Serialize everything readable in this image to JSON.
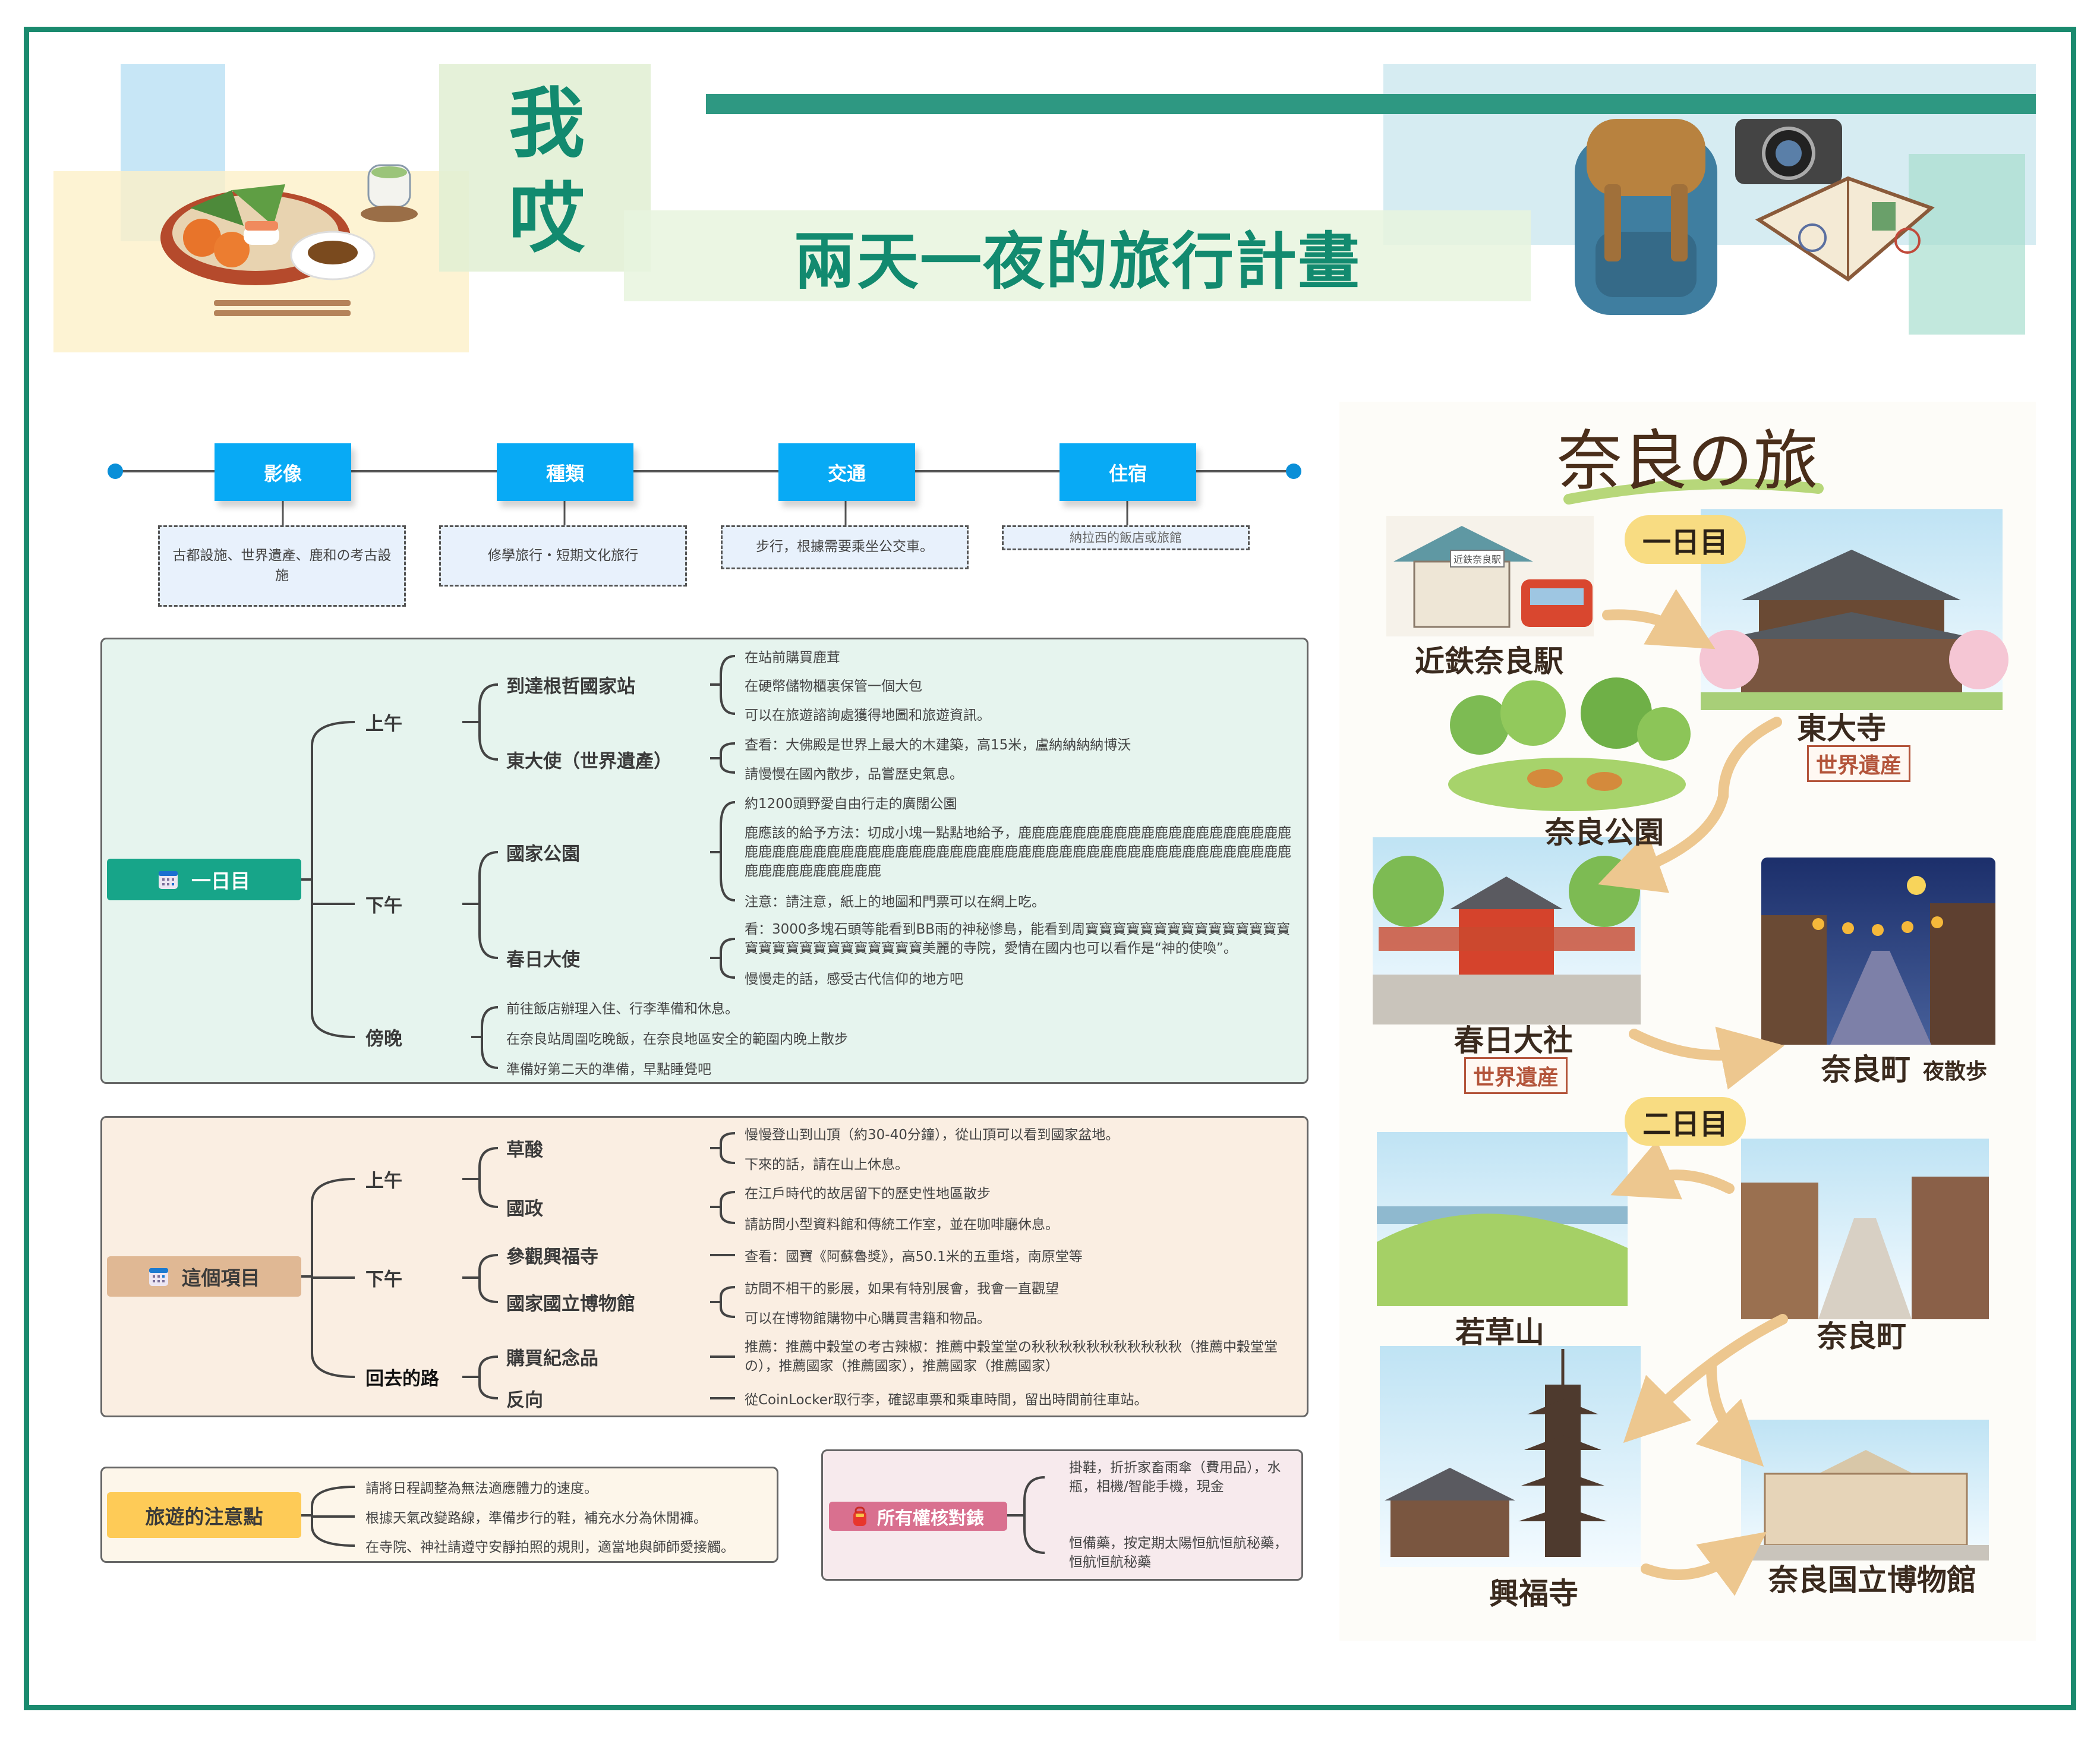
{
  "header": {
    "side_title_chars": [
      "我",
      "哎"
    ],
    "title": "兩天一夜的旅行計畫"
  },
  "colors": {
    "frame": "#1a8a6e",
    "title": "#128a6f",
    "timeline_box": "#08aaf5",
    "day1_root": "#17a589",
    "day2_root": "#e0b894",
    "notes_root": "#fecb57",
    "checklist_root": "#d9708f"
  },
  "timeline": {
    "items": [
      {
        "label": "影像",
        "desc": "古都設施、世界遺產、鹿和の考古設施"
      },
      {
        "label": "種類",
        "desc": "修學旅行・短期文化旅行"
      },
      {
        "label": "交通",
        "desc": "步行，根據需要乘坐公交車。"
      },
      {
        "label": "住宿",
        "desc": "納拉西的飯店或旅館"
      }
    ]
  },
  "day1": {
    "root": "一日目",
    "icon": "calendar-icon",
    "morning": "上午",
    "afternoon": "下午",
    "evening": "傍晚",
    "spots": [
      {
        "name": "到達根哲國家站",
        "notes": [
          "在站前購買鹿茸",
          "在硬幣儲物櫃裏保管一個大包",
          "可以在旅遊諮詢處獲得地圖和旅遊資訊。"
        ]
      },
      {
        "name": "東大使（世界遺產）",
        "notes": [
          "查看：大佛殿是世界上最大的木建築，高15米，盧納納納納博沃",
          "請慢慢在國內散步，品嘗歷史氣息。"
        ]
      },
      {
        "name": "國家公園",
        "notes": [
          "約1200頭野愛自由行走的廣闊公園",
          "鹿應該的給予方法：切成小塊一點點地給予，鹿鹿鹿鹿鹿鹿鹿鹿鹿鹿鹿鹿鹿鹿鹿鹿鹿鹿鹿鹿鹿鹿鹿鹿鹿鹿鹿鹿鹿鹿鹿鹿鹿鹿鹿鹿鹿鹿鹿鹿鹿鹿鹿鹿鹿鹿鹿鹿鹿鹿鹿鹿鹿鹿鹿鹿鹿鹿鹿鹿鹿鹿鹿鹿鹿鹿鹿鹿鹿鹿",
          "注意：請注意，紙上的地圖和門票可以在網上吃。"
        ]
      },
      {
        "name": "春日大使",
        "notes": [
          "看：3000多塊石頭等能看到BB雨的神秘慘島，能看到周寶寶寶寶寶寶寶寶寶寶寶寶寶寶寶寶寶寶寶寶寶寶寶寶寶寶寶寶美麗的寺院，愛情在國内也可以看作是“神的使喚”。",
          "慢慢走的話，感受古代信仰的地方吧"
        ]
      }
    ],
    "evening_notes": [
      "前往飯店辦理入住、行李準備和休息。",
      "在奈良站周圍吃晚飯，在奈良地區安全的範圍内晚上散步",
      "準備好第二天的準備，早點睡覺吧"
    ]
  },
  "day2": {
    "root": "這個項目",
    "icon": "calendar-icon",
    "morning": "上午",
    "afternoon": "下午",
    "return": "回去的路",
    "spots": [
      {
        "name": "草酸",
        "notes": [
          "慢慢登山到山頂（約30-40分鐘），從山頂可以看到國家盆地。",
          "下來的話，請在山上休息。"
        ]
      },
      {
        "name": "國政",
        "notes": [
          "在江戶時代的故居留下的歷史性地區散步",
          "請訪問小型資料館和傳統工作室，並在咖啡廳休息。"
        ]
      },
      {
        "name": "參觀興福寺",
        "notes": [
          "查看：國寶《阿蘇魯獎》，高50.1米的五重塔，南原堂等"
        ]
      },
      {
        "name": "國家國立博物館",
        "notes": [
          "訪問不相干的影展，如果有特別展會，我會一直觀望",
          "可以在博物館購物中心購買書籍和物品。"
        ]
      },
      {
        "name": "購買紀念品",
        "notes": [
          "推薦：推薦中穀堂の考古辣椒：推薦中穀堂堂の秋秋秋秋秋秋秋秋秋秋秋（推薦中穀堂堂の），推薦國家（推薦國家），推薦國家（推薦國家）"
        ]
      },
      {
        "name": "反向",
        "notes": [
          "從CoinLocker取行李，確認車票和乘車時間，留出時間前往車站。"
        ]
      }
    ]
  },
  "notes": {
    "root": "旅遊的注意點",
    "items": [
      "請將日程調整為無法適應體力的速度。",
      "根據天氣改變路線，準備步行的鞋，補充水分為休閒褲。",
      "在寺院、神社請遵守安靜拍照的規則，適當地與師師愛接觸。"
    ]
  },
  "checklist": {
    "root": "所有權核對錶",
    "icon": "backpack-icon",
    "items": [
      "掛鞋，折折家畜雨傘（費用品），水瓶，相機/智能手機，現金",
      "恒備藥，按定期太陽恒航恒航秘藥，恒航恒航秘藥"
    ]
  },
  "map": {
    "title": "奈良の旅",
    "day1_label": "一日目",
    "day2_label": "二日目",
    "heritage_badge": "世界遺産",
    "spots": {
      "station": "近鉄奈良駅",
      "station_sign": "近鉄奈良駅",
      "todaiji": "東大寺",
      "nara_park": "奈良公園",
      "kasuga": "春日大社",
      "naramachi_night": "奈良町",
      "night_walk": "夜散歩",
      "wakakusa": "若草山",
      "naramachi": "奈良町",
      "kofukuji": "興福寺",
      "museum": "奈良国立博物館"
    }
  }
}
